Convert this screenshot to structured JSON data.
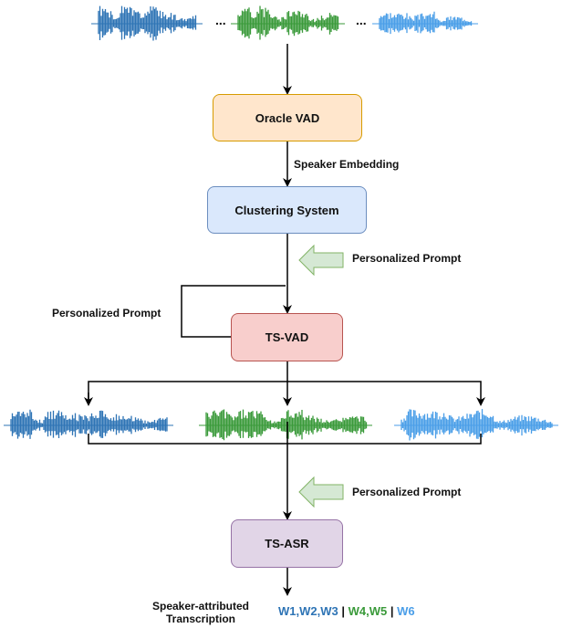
{
  "nodes": {
    "oracle_vad": "Oracle VAD",
    "clustering": "Clustering System",
    "ts_vad": "TS-VAD",
    "ts_asr": "TS-ASR"
  },
  "labels": {
    "speaker_embedding": "Speaker Embedding",
    "personalized_prompt_1": "Personalized Prompt",
    "personalized_prompt_loop": "Personalized Prompt",
    "personalized_prompt_2": "Personalized Prompt",
    "ellipsis_1": "...",
    "ellipsis_2": "...",
    "speaker_attributed_line1": "Speaker-attributed",
    "speaker_attributed_line2": "Transcription"
  },
  "output": {
    "group1": "W1,W2,W3",
    "sep1": " | ",
    "group2": "W4,W5",
    "sep2": " | ",
    "group3": "W6"
  },
  "colors": {
    "speaker1": "#2e74b5",
    "speaker2": "#3a9a3a",
    "speaker3": "#4a9ee8",
    "oracle_fill": "#ffe6cc",
    "oracle_stroke": "#d79b00",
    "cluster_fill": "#dae8fc",
    "cluster_stroke": "#6c8ebf",
    "tsvad_fill": "#f8cecc",
    "tsvad_stroke": "#b85450",
    "tsasr_fill": "#e1d5e7",
    "tsasr_stroke": "#9673a6",
    "prompt_arrow_fill": "#d5e8d4",
    "prompt_arrow_stroke": "#82b366"
  }
}
